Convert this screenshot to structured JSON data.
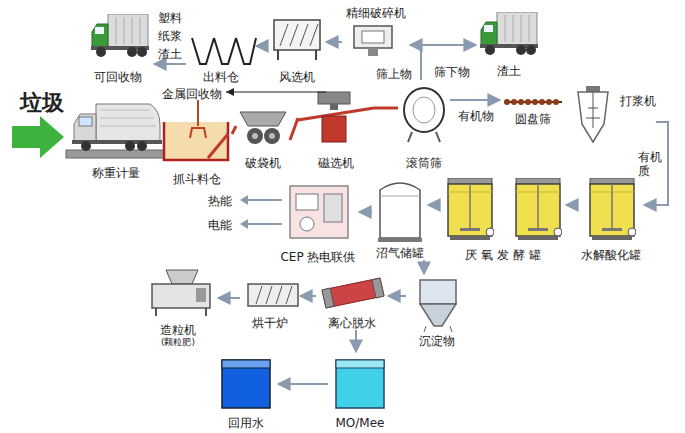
{
  "diagram": {
    "nodes": [
      {
        "text": [
          "可回收物"
        ]
      },
      {
        "text": [
          "出料仓"
        ]
      },
      {
        "text": [
          "风选机"
        ]
      },
      {
        "text": [
          "精细破碎机"
        ]
      },
      {
        "text": [
          "渣土"
        ]
      },
      {
        "text": [
          "称重计量"
        ]
      },
      {
        "text": [
          "抓斗料仓"
        ]
      },
      {
        "text": [
          "破袋机"
        ]
      },
      {
        "text": [
          "磁选机"
        ]
      },
      {
        "text": [
          "滚筒筛"
        ]
      },
      {
        "text": [
          "圆盘筛"
        ]
      },
      {
        "text": [
          "打浆机"
        ]
      },
      {
        "text": [
          "水解酸化罐"
        ]
      },
      {
        "text": [
          "厌 氧 发 酵 罐"
        ]
      },
      {
        "text": [
          "沼气储罐"
        ]
      },
      {
        "text": [
          "CEP 热电联供"
        ]
      },
      {
        "text": [
          "沉淀物"
        ]
      },
      {
        "text": [
          "离心脱水"
        ]
      },
      {
        "text": [
          "烘干炉"
        ]
      },
      {
        "text": [
          "造粒机",
          "(颗粒肥)"
        ]
      },
      {
        "text": [
          "MO/Mee"
        ]
      },
      {
        "text": [
          "回用水"
        ]
      }
    ],
    "edges": [
      {
        "from": 9,
        "to": 3,
        "label": "筛上物",
        "arrow": "to"
      },
      {
        "from": 9,
        "to": 4,
        "label": "筛下物",
        "arrow": "to"
      },
      {
        "from": 3,
        "to": 2,
        "arrow": "to"
      },
      {
        "from": 2,
        "to": 1,
        "arrow": "to"
      },
      {
        "from": 1,
        "to": 0,
        "arrow": "to"
      },
      {
        "from": 6,
        "to": 7,
        "arrow": "none"
      },
      {
        "from": 7,
        "to": 8,
        "arrow": "none"
      },
      {
        "from": 8,
        "to": 9,
        "arrow": "none"
      },
      {
        "from": 9,
        "to": 10,
        "label": "有机物",
        "arrow": "to"
      },
      {
        "from": 11,
        "to": 12,
        "label": "有机质",
        "arrow": "to"
      },
      {
        "from": 12,
        "to": 13,
        "arrow": "to"
      },
      {
        "from": 13,
        "to": 14,
        "arrow": "to"
      },
      {
        "from": 14,
        "to": 15,
        "arrow": "to"
      },
      {
        "from": 14,
        "to": 16,
        "arrow": "to"
      },
      {
        "from": 16,
        "to": 17,
        "arrow": "to"
      },
      {
        "from": 17,
        "to": 18,
        "arrow": "to"
      },
      {
        "from": 18,
        "to": 19,
        "arrow": "to"
      },
      {
        "from": 17,
        "to": 20,
        "arrow": "to"
      },
      {
        "from": 20,
        "to": 21,
        "arrow": "to"
      }
    ],
    "labels": [
      "垃圾",
      "塑料",
      "纸浆",
      "渣土",
      "金属回收物",
      "热能",
      "电能"
    ]
  }
}
